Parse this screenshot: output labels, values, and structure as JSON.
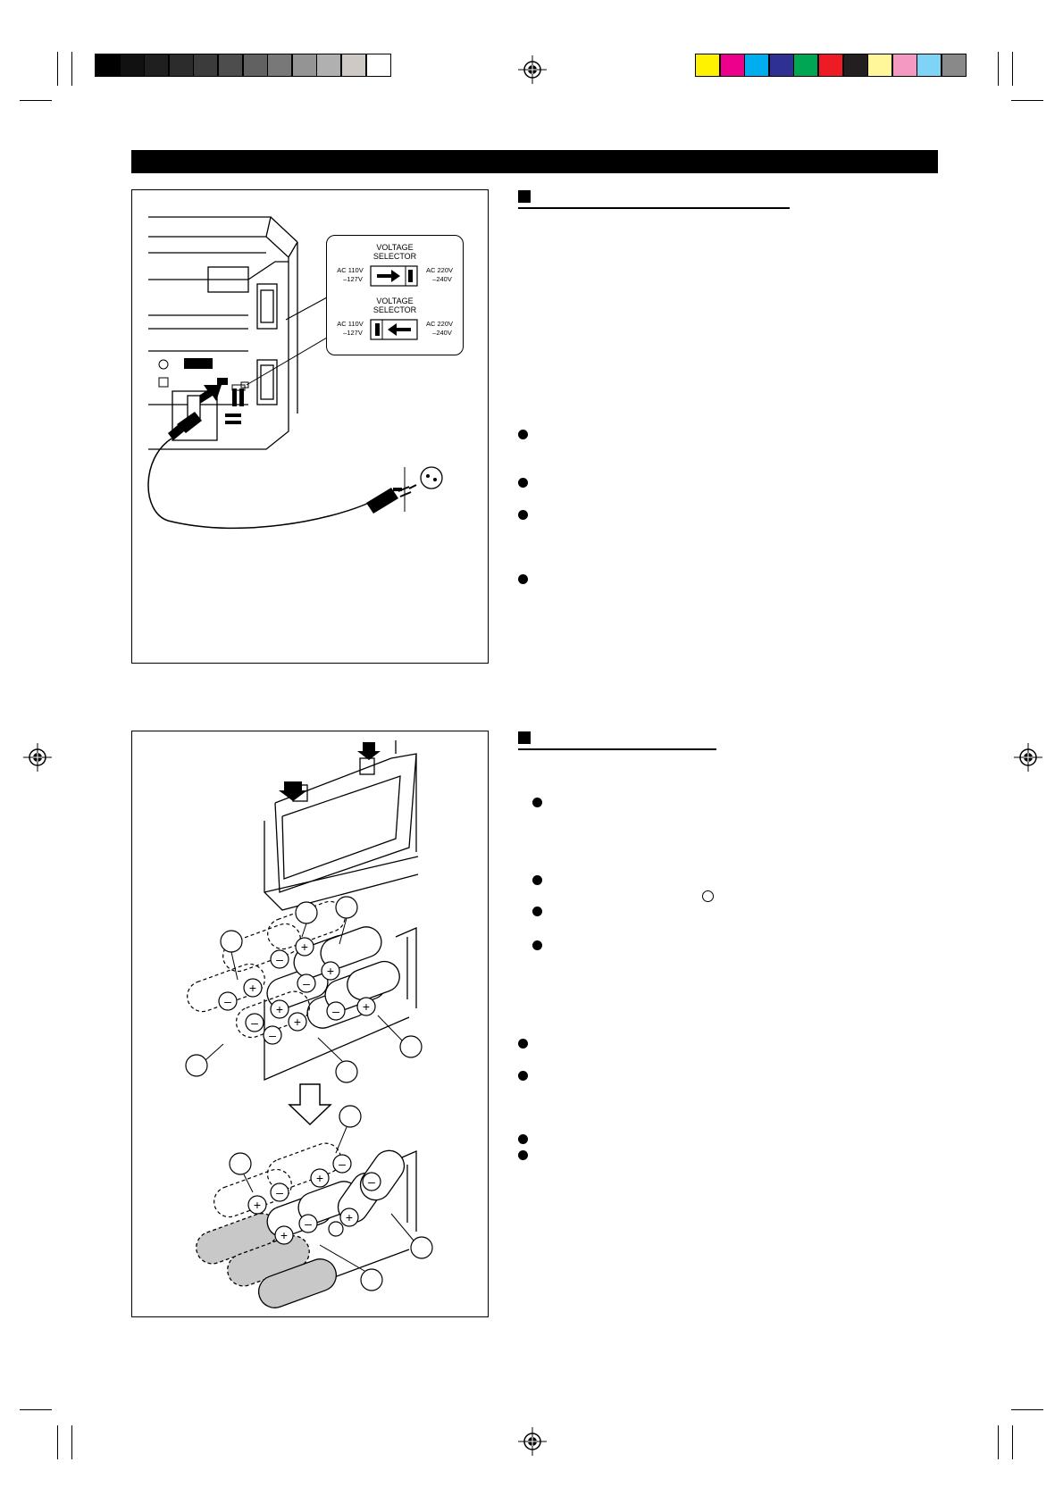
{
  "colors": {
    "grayscale_bar": [
      "#000000",
      "#111111",
      "#1f1f1f",
      "#2c2c2c",
      "#3b3b3b",
      "#4d4d4d",
      "#616161",
      "#787878",
      "#949494",
      "#b0b0b0",
      "#cfc9c6",
      "#ffffff"
    ],
    "color_bar": [
      "#fff200",
      "#ec008c",
      "#00aeef",
      "#2e3192",
      "#00a651",
      "#ed1c24",
      "#231f20",
      "#fff799",
      "#f49ac1",
      "#7fd3f7",
      "#898989"
    ],
    "section_bar": "#000000"
  },
  "figure_voltage": {
    "selector_top": {
      "title_line1": "VOLTAGE",
      "title_line2": "SELECTOR",
      "left_line1": "AC 110V",
      "left_line2": "–127V",
      "right_line1": "AC 220V",
      "right_line2": "–240V",
      "arrow_direction": "right"
    },
    "selector_bottom": {
      "title_line1": "VOLTAGE",
      "title_line2": "SELECTOR",
      "left_line1": "AC 110V",
      "left_line2": "–127V",
      "right_line1": "AC 220V",
      "right_line2": "–240V",
      "arrow_direction": "left"
    }
  },
  "battery_figure": {
    "battery_marks": {
      "plus": "+",
      "minus": "–"
    },
    "down_arrow_icon": "down-arrow-icon"
  },
  "section_power": {
    "bullet_count": 4
  },
  "section_batteries": {
    "bullet_count": 8
  }
}
